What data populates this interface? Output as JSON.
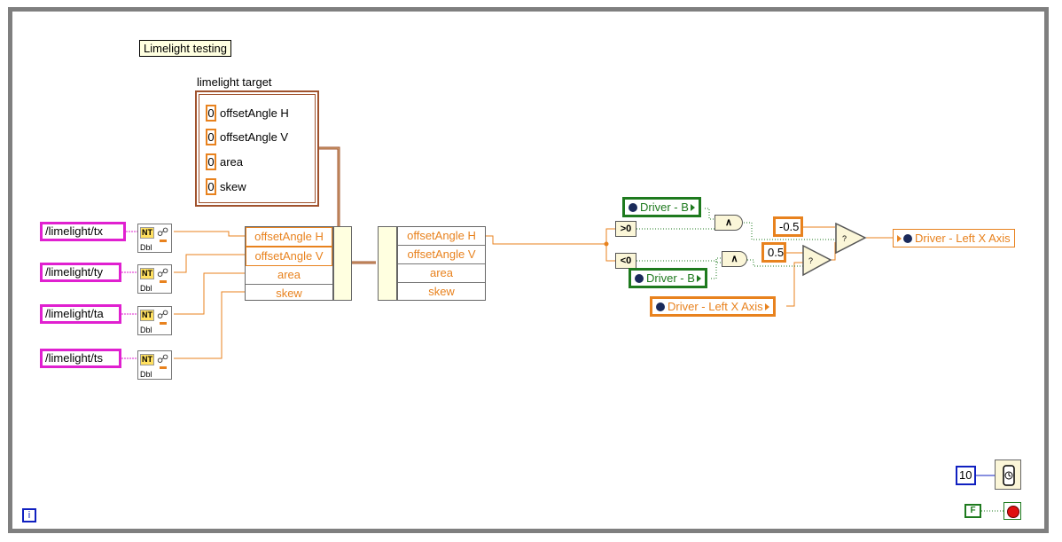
{
  "diagram": {
    "title": "Limelight testing",
    "cluster": {
      "label": "limelight target",
      "fields": [
        {
          "value": "0",
          "name": "offsetAngle H"
        },
        {
          "value": "0",
          "name": "offsetAngle V"
        },
        {
          "value": "0",
          "name": "area"
        },
        {
          "value": "0",
          "name": "skew"
        }
      ]
    },
    "nt_inputs": [
      {
        "path": "/limelight/tx",
        "badge": "NT",
        "type": "Dbl"
      },
      {
        "path": "/limelight/ty",
        "badge": "NT",
        "type": "Dbl"
      },
      {
        "path": "/limelight/ta",
        "badge": "NT",
        "type": "Dbl"
      },
      {
        "path": "/limelight/ts",
        "badge": "NT",
        "type": "Dbl"
      }
    ],
    "bundle_fields": [
      "offsetAngle H",
      "offsetAngle V",
      "area",
      "skew"
    ],
    "unbundle_fields": [
      "offsetAngle H",
      "offsetAngle V",
      "area",
      "skew"
    ],
    "comparators": {
      "greater": ">0",
      "less": "<0"
    },
    "and_label": "∧",
    "globals": {
      "driver_b_top": "Driver - B",
      "driver_b_bottom": "Driver - B",
      "driver_left_x_read": "Driver - Left X Axis",
      "driver_left_x_write": "Driver - Left X Axis"
    },
    "constants": {
      "neg": "-0.5",
      "pos": "0.5"
    },
    "loop": {
      "wait_ms": "10",
      "stop_const": "F",
      "iteration": "i"
    },
    "colors": {
      "double_wire": "#e8821e",
      "boolean_wire": "#1e7a1e",
      "cluster_wire": "#a0522d",
      "nt_control": "#e020d0",
      "loop_frame": "#7f7f7f",
      "int_const": "#1020c0"
    }
  }
}
